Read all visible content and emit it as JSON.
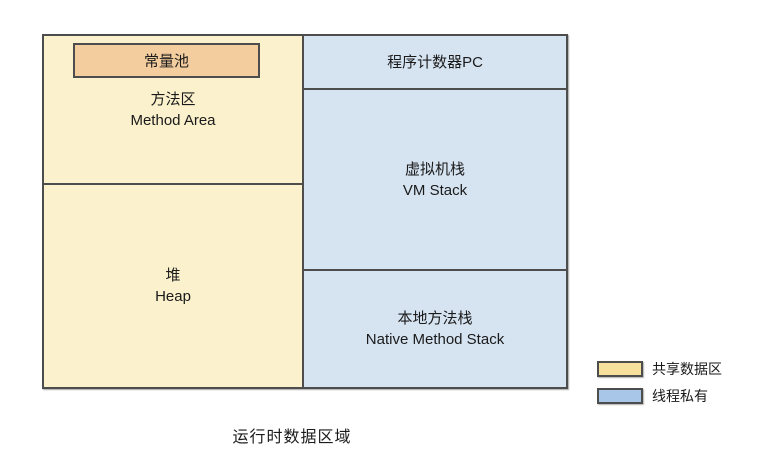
{
  "diagram": {
    "caption": "运行时数据区域",
    "regions": {
      "method_area": {
        "title": "方法区",
        "subtitle": "Method Area"
      },
      "constant_pool": {
        "label": "常量池"
      },
      "heap": {
        "title": "堆",
        "subtitle": "Heap"
      },
      "program_counter": {
        "label": "程序计数器PC"
      },
      "vm_stack": {
        "title": "虚拟机栈",
        "subtitle": "VM Stack"
      },
      "native_method_stack": {
        "title": "本地方法栈",
        "subtitle": "Native Method Stack"
      }
    },
    "colors": {
      "shared_fill": "#FBF1CD",
      "private_fill": "#D6E4F2",
      "constant_pool_fill": "#F4CD9F",
      "legend_shared_fill": "#F6E09C",
      "legend_private_fill": "#A8C6E8",
      "border": "#4D4D4D"
    },
    "legend": [
      {
        "swatch_color": "#F6E09C",
        "label": "共享数据区"
      },
      {
        "swatch_color": "#A8C6E8",
        "label": "线程私有"
      }
    ]
  }
}
